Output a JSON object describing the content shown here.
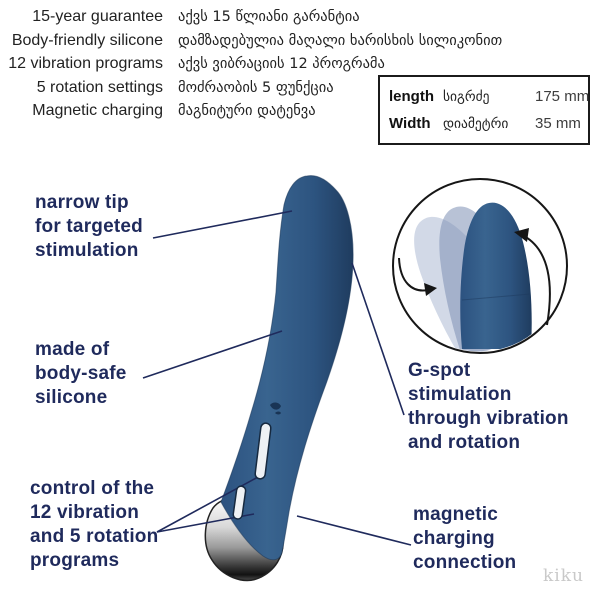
{
  "specs": {
    "rows": [
      {
        "en": "15-year guarantee",
        "ka": "აქვს 15 წლიანი გარანტია"
      },
      {
        "en": "Body-friendly silicone",
        "ka": "დამზადებულია მაღალი ხარისხის სილიკონით"
      },
      {
        "en": "12 vibration programs",
        "ka": "აქვს ვიბრაციის 12 პროგრამა"
      },
      {
        "en": "5 rotation settings",
        "ka": "მოძრაობის 5 ფუნქცია"
      },
      {
        "en": "Magnetic charging",
        "ka": "მაგნიტური დატენვა"
      }
    ]
  },
  "dimensions": {
    "rows": [
      {
        "label": "length",
        "ka": "სიგრძე",
        "value": "175 mm"
      },
      {
        "label": "Width",
        "ka": "დიამეტრი",
        "value": "35 mm"
      }
    ]
  },
  "callouts": {
    "narrow_tip": {
      "lines": [
        "narrow tip",
        "for targeted",
        "stimulation"
      ]
    },
    "body_safe": {
      "lines": [
        "made of",
        "body-safe",
        "silicone"
      ]
    },
    "controls": {
      "lines": [
        "control of the",
        "12 vibration",
        "and 5 rotation",
        "programs"
      ]
    },
    "gspot": {
      "lines": [
        "G-spot",
        "stimulation",
        "through vibration",
        "and rotation"
      ]
    },
    "magnetic": {
      "lines": [
        "magnetic",
        "charging",
        "connection"
      ]
    }
  },
  "watermark": "kiku",
  "colors": {
    "callout_navy": "#1f2a5c",
    "product_blue": "#2f5581",
    "product_blue_dark": "#203f61",
    "ghost_blue": "#8e9fc2",
    "chrome_light": "#f4f4f4",
    "chrome_dark": "#1a1a1a",
    "table_border": "#1b1b1b",
    "body_text": "#222222",
    "watermark_gray": "#c9c9c9"
  }
}
